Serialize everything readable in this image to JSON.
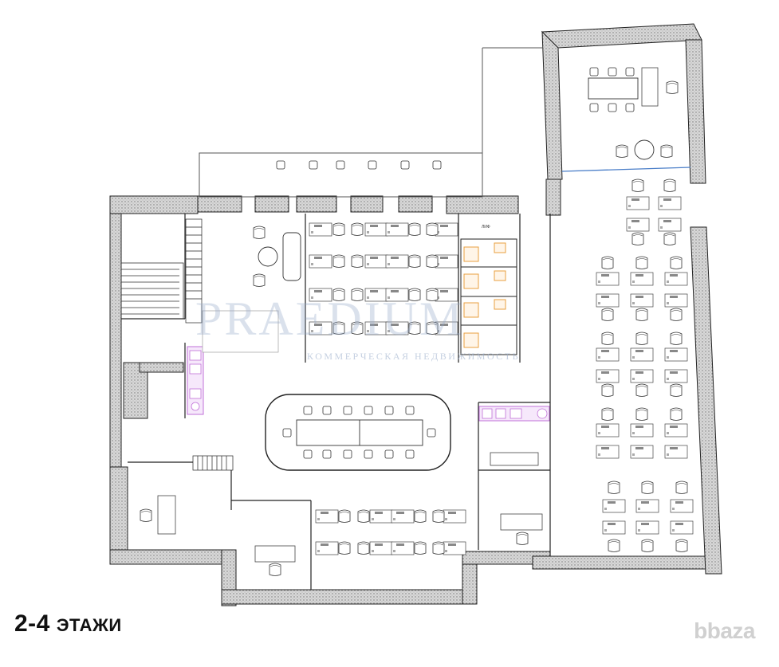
{
  "caption": {
    "floors": "2-4",
    "label": "ЭТАЖИ"
  },
  "watermark": {
    "name": "PRAEDIUM",
    "subtitle": "КОММЕРЧЕСКАЯ НЕДВИЖИМОСТЬ"
  },
  "badge": "bbaza",
  "room_tag": "ЛИФ",
  "colors": {
    "wall_hatch": "#a9a9a9",
    "wall_line": "#222222",
    "accent_purple": "#c070d8",
    "accent_orange": "#e8a040",
    "glass_blue": "#4a7ec8",
    "watermark": "#b0c0d8"
  }
}
